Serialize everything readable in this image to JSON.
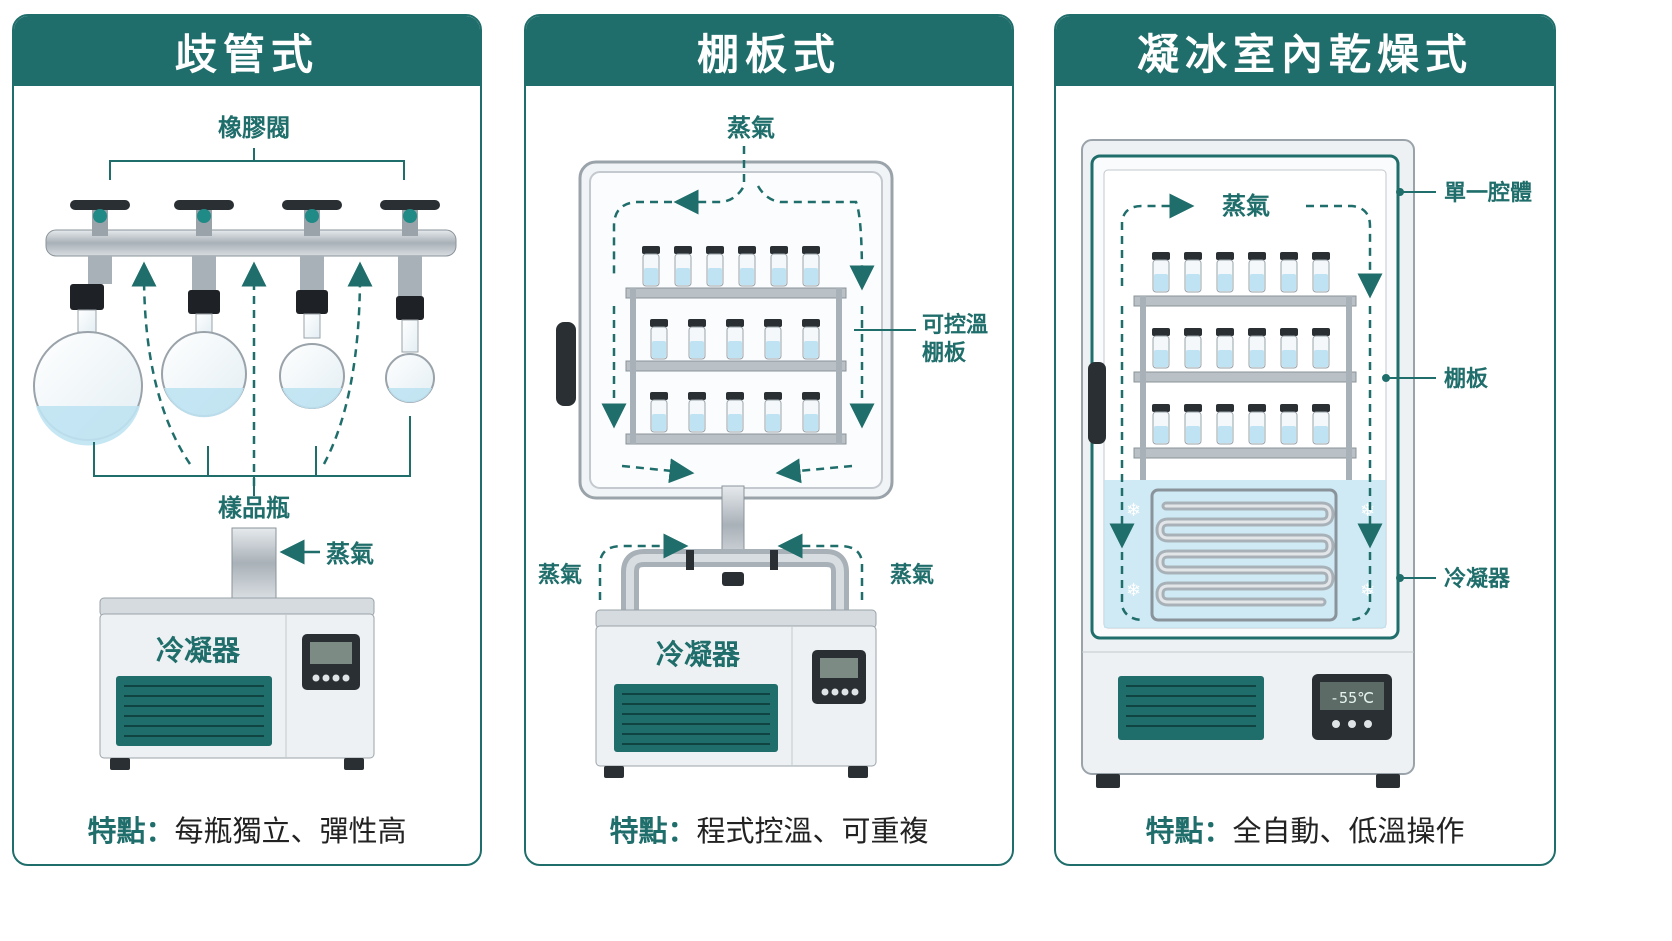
{
  "colors": {
    "accent": "#1f6e6b",
    "water": "#bfe3f2",
    "metal": "#b9c0c6",
    "body": "#eef1f3"
  },
  "panels": [
    {
      "title": "歧管式",
      "valve_label": "橡膠閥",
      "flask_label": "樣品瓶",
      "vapor_label": "蒸氣",
      "condenser_label": "冷凝器",
      "feature_key": "特點：",
      "feature_text": "每瓶獨立、彈性高"
    },
    {
      "title": "棚板式",
      "vapor_top": "蒸氣",
      "shelf_label_1": "可控溫",
      "shelf_label_2": "棚板",
      "vapor_left": "蒸氣",
      "vapor_right": "蒸氣",
      "condenser_label": "冷凝器",
      "feature_key": "特點：",
      "feature_text": "程式控溫、可重複"
    },
    {
      "title": "凝冰室內乾燥式",
      "vapor_label": "蒸氣",
      "chamber_label": "單一腔體",
      "shelf_label": "棚板",
      "condenser_label": "冷凝器",
      "display": "-55℃",
      "feature_key": "特點：",
      "feature_text": "全自動、低溫操作"
    }
  ]
}
